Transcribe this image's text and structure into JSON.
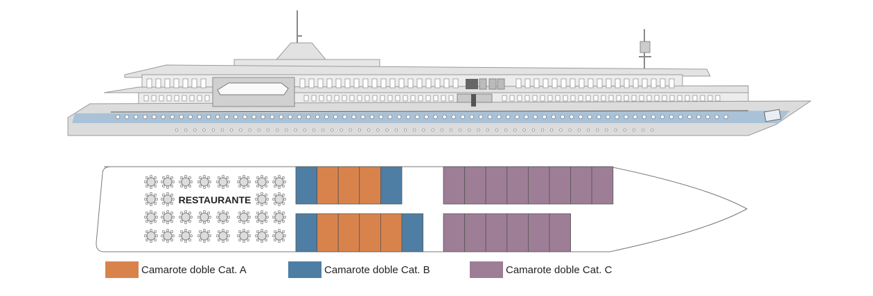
{
  "colors": {
    "cat_a": "#d9834c",
    "cat_b": "#4e7ea4",
    "cat_c": "#9e7d96",
    "hull": "#dcdcdc",
    "hull_stripe": "#a9c2d8",
    "outline": "#8a8a8a"
  },
  "restaurant": {
    "label": "RESTAURANTE"
  },
  "legend": [
    {
      "key": "cat_a",
      "label": "Camarote doble Cat. A"
    },
    {
      "key": "cat_b",
      "label": "Camarote doble Cat. B"
    },
    {
      "key": "cat_c",
      "label": "Camarote doble Cat. C"
    }
  ],
  "cabins": {
    "top_row": [
      "cat_b",
      "cat_a",
      "cat_a",
      "cat_a",
      "cat_b"
    ],
    "bottom_row": [
      "cat_b",
      "cat_a",
      "cat_a",
      "cat_a",
      "cat_a",
      "cat_b"
    ],
    "top_row_c": [
      "cat_c",
      "cat_c",
      "cat_c",
      "cat_c",
      "cat_c",
      "cat_c",
      "cat_c",
      "cat_c"
    ],
    "bottom_row_c": [
      "cat_c",
      "cat_c",
      "cat_c",
      "cat_c",
      "cat_c",
      "cat_c"
    ]
  }
}
